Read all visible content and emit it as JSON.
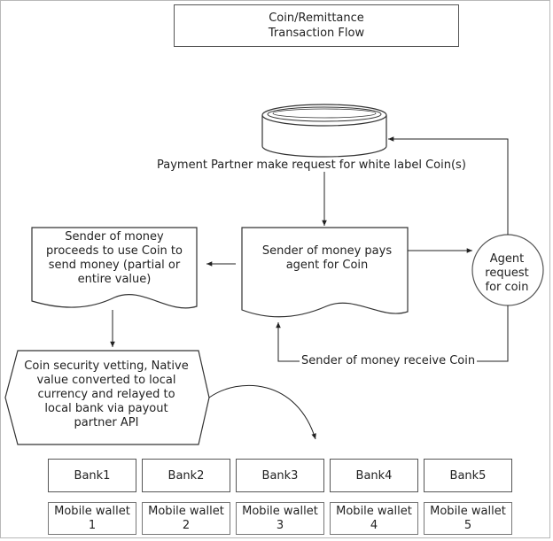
{
  "title": "Coin/Remittance\nTransaction Flow",
  "partner_request_label": "Payment Partner make request for white label Coin(s)",
  "sender_uses_coin": "Sender of money\nproceeds to use Coin to\nsend money (partial or\nentire value)",
  "sender_pays_agent": "Sender of money pays\nagent for Coin",
  "agent_request": "Agent\nrequest\nfor coin",
  "vetting": "Coin security vetting, Native\nvalue converted to local\ncurrency and relayed to\nlocal bank via payout\npartner API",
  "receive_label": "Sender of money receive Coin",
  "banks": [
    "Bank1",
    "Bank2",
    "Bank3",
    "Bank4",
    "Bank5"
  ],
  "wallets": [
    "Mobile wallet\n1",
    "Mobile wallet\n2",
    "Mobile wallet\n3",
    "Mobile wallet\n4",
    "Mobile wallet\n5"
  ]
}
